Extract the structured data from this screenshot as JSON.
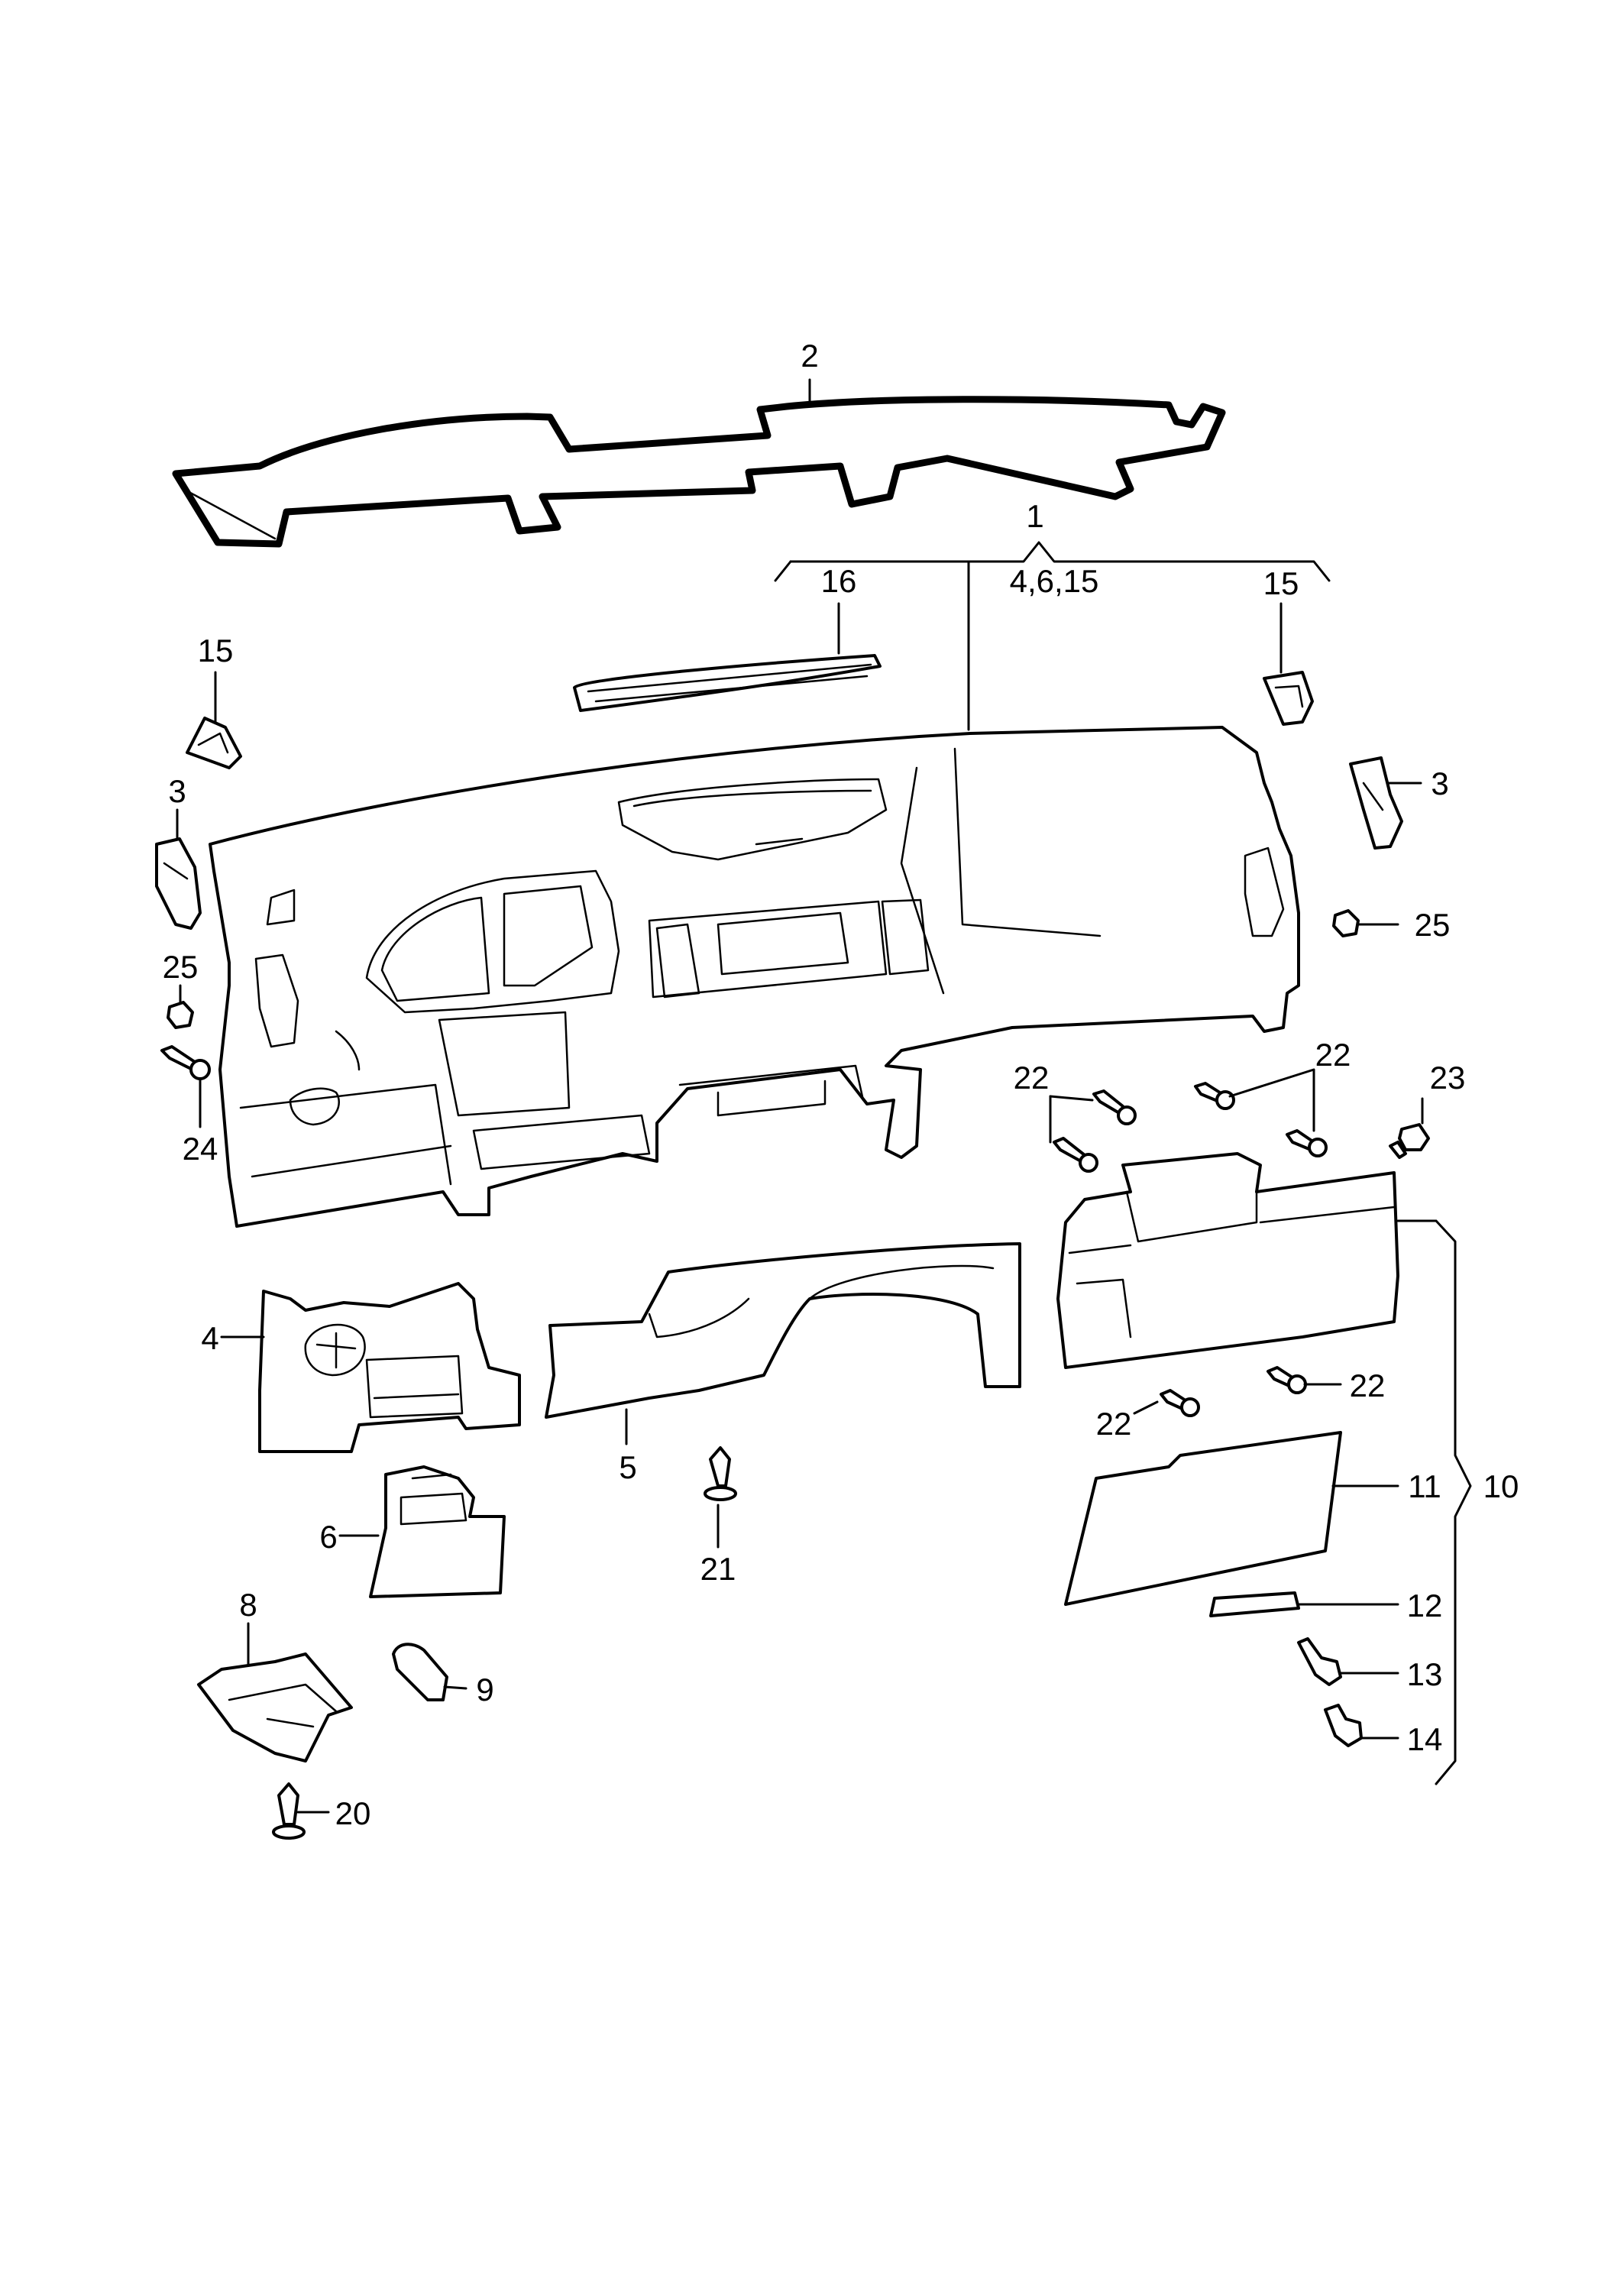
{
  "diagram": {
    "line_color": "#000000",
    "background": "#ffffff",
    "labels": {
      "l1": "1",
      "l1_sub": "4,6,15",
      "l2": "2",
      "l3_left": "3",
      "l3_right": "3",
      "l4": "4",
      "l5": "5",
      "l6": "6",
      "l8": "8",
      "l9": "9",
      "l10": "10",
      "l11": "11",
      "l12": "12",
      "l13": "13",
      "l14": "14",
      "l15_left": "15",
      "l15_right": "15",
      "l16": "16",
      "l20": "20",
      "l21": "21",
      "l22_a": "22",
      "l22_b": "22",
      "l22_c": "22",
      "l22_d": "22",
      "l23": "23",
      "l24": "24",
      "l25_left": "25",
      "l25_right": "25"
    }
  }
}
